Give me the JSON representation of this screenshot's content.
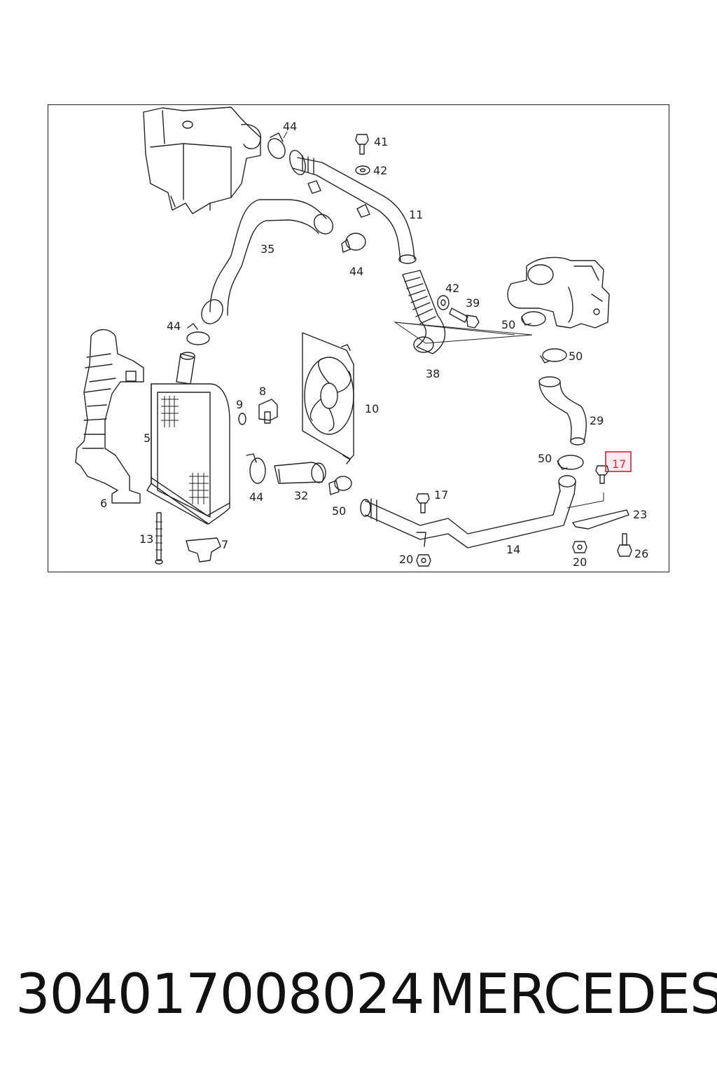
{
  "callouts": {
    "c44a": "44",
    "c41": "41",
    "c42a": "42",
    "c11": "11",
    "c35": "35",
    "c44b": "44",
    "c42b": "42",
    "c39": "39",
    "c50a": "50",
    "c50b": "50",
    "c44c": "44",
    "c38": "38",
    "c8": "8",
    "c9": "9",
    "c10": "10",
    "c29": "29",
    "c5": "5",
    "c50c": "50",
    "c17a": "17",
    "c6": "6",
    "c44d": "44",
    "c32": "32",
    "c17b": "17",
    "c50d": "50",
    "c23": "23",
    "c13": "13",
    "c7": "7",
    "c14": "14",
    "c20a": "20",
    "c20b": "20",
    "c26": "26"
  },
  "highlighted_callout": "17",
  "footer": {
    "part_number": "304017008024",
    "brand": "MERCEDES"
  }
}
